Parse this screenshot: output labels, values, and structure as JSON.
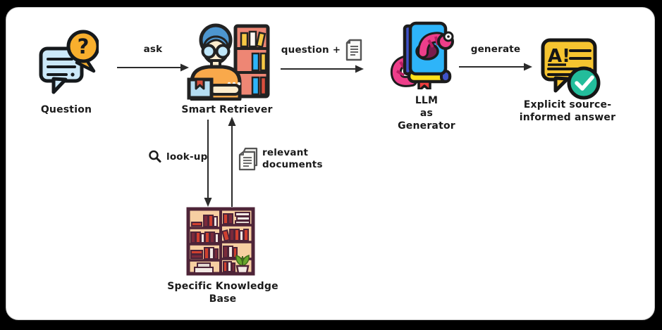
{
  "nodes": {
    "question": {
      "label": "Question",
      "bubble_text": "?"
    },
    "smart_retriever": {
      "label": "Smart Retriever"
    },
    "llm_generator": {
      "label_lines": [
        "LLM",
        "as",
        "Generator"
      ]
    },
    "answer": {
      "label_lines": [
        "Explicit source-",
        "informed answer"
      ],
      "bubble_text": "A!"
    },
    "knowledge_base": {
      "label": "Specific Knowledge Base"
    }
  },
  "edges": {
    "ask": {
      "label": "ask"
    },
    "question_doc": {
      "label": "question +"
    },
    "generate": {
      "label": "generate"
    },
    "look_up": {
      "label": "look-up"
    },
    "relevant_docs": {
      "label_lines": [
        "relevant",
        "documents"
      ]
    }
  },
  "colors": {
    "background": "#000000",
    "card": "#ffffff",
    "outline": "#1a1a1a",
    "question_bubble_blue": "#CBE8F8",
    "question_circle_orange": "#F8AF2D",
    "hair_blue": "#4D96D0",
    "skin": "#FDEDCE",
    "shirt_orange": "#F9A94B",
    "shelf_salmon": "#EE8674",
    "box_blue": "#B5DDF2",
    "book_cover_blue": "#2EB4F9",
    "book_spine_blue": "#4053C9",
    "pages_yellow": "#FFE01A",
    "worm_pink": "#ED3E8A",
    "bookmark_red": "#F03E3E",
    "answer_yellow": "#F6C430",
    "check_green": "#23BD9B",
    "kb_peach": "#F7CFA2",
    "kb_outline": "#4E2438",
    "kb_book_red": "#D0402F",
    "kb_book_maroon": "#7B2A3B"
  }
}
